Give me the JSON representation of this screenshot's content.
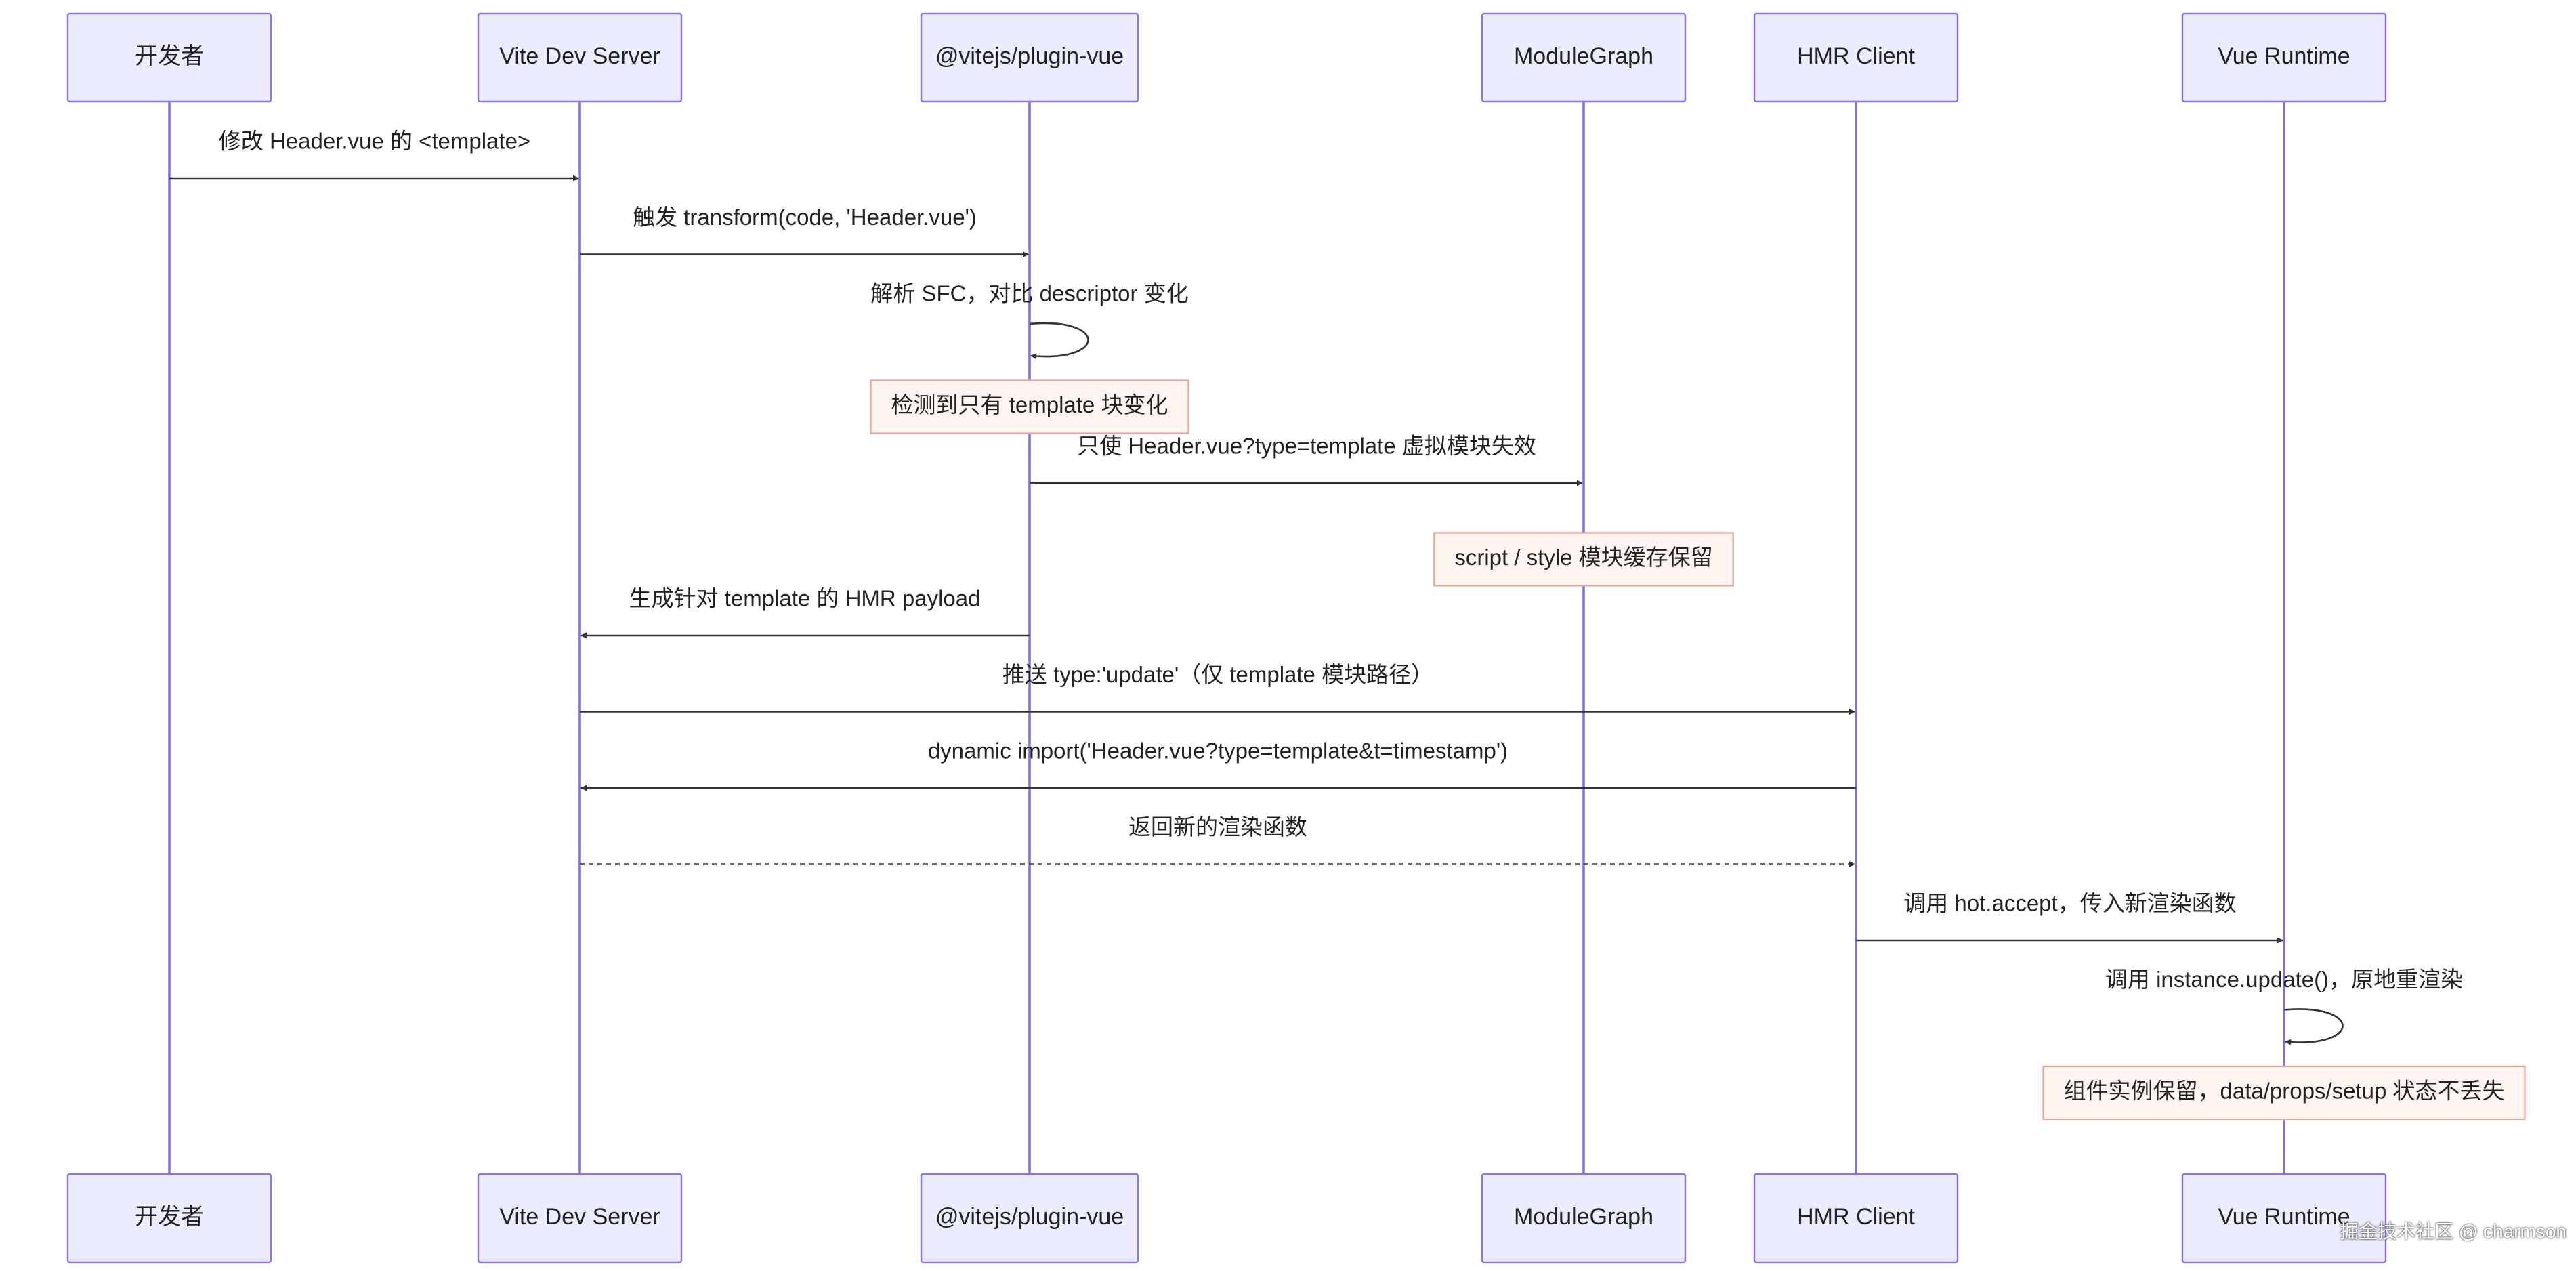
{
  "actors": [
    {
      "id": "dev",
      "label": "开发者"
    },
    {
      "id": "vite",
      "label": "Vite Dev Server"
    },
    {
      "id": "plugin",
      "label": "@vitejs/plugin-vue"
    },
    {
      "id": "graph",
      "label": "ModuleGraph"
    },
    {
      "id": "hmr",
      "label": "HMR Client"
    },
    {
      "id": "vue",
      "label": "Vue Runtime"
    }
  ],
  "steps": [
    {
      "kind": "message",
      "from": "dev",
      "to": "vite",
      "label": "修改 Header.vue 的 <template>",
      "style": "solid"
    },
    {
      "kind": "message",
      "from": "vite",
      "to": "plugin",
      "label": "触发 transform(code, 'Header.vue')",
      "style": "solid"
    },
    {
      "kind": "self",
      "actor": "plugin",
      "label": "解析 SFC，对比 descriptor 变化"
    },
    {
      "kind": "note",
      "actor": "plugin",
      "label": "检测到只有 template 块变化"
    },
    {
      "kind": "message",
      "from": "plugin",
      "to": "graph",
      "label": "只使 Header.vue?type=template 虚拟模块失效",
      "style": "solid"
    },
    {
      "kind": "note",
      "actor": "graph",
      "label": "script / style 模块缓存保留"
    },
    {
      "kind": "message",
      "from": "plugin",
      "to": "vite",
      "label": "生成针对 template 的 HMR payload",
      "style": "solid"
    },
    {
      "kind": "message",
      "from": "vite",
      "to": "hmr",
      "label": "推送 type:'update'（仅 template 模块路径）",
      "style": "solid"
    },
    {
      "kind": "message",
      "from": "hmr",
      "to": "vite",
      "label": "dynamic import('Header.vue?type=template&t=timestamp')",
      "style": "solid"
    },
    {
      "kind": "message",
      "from": "vite",
      "to": "hmr",
      "label": "返回新的渲染函数",
      "style": "dotted"
    },
    {
      "kind": "message",
      "from": "hmr",
      "to": "vue",
      "label": "调用 hot.accept，传入新渲染函数",
      "style": "solid"
    },
    {
      "kind": "self",
      "actor": "vue",
      "label": "调用 instance.update()，原地重渲染"
    },
    {
      "kind": "note",
      "actor": "vue",
      "label": "组件实例保留，data/props/setup 状态不丢失"
    }
  ],
  "watermark": "掘金技术社区 @ charmson",
  "colors": {
    "actor_fill": "#ececff",
    "actor_border": "#9370db",
    "lifeline": "#7b72d6",
    "note_fill": "#fff5f0",
    "note_border": "#e8a49a",
    "arrow": "#333333"
  }
}
